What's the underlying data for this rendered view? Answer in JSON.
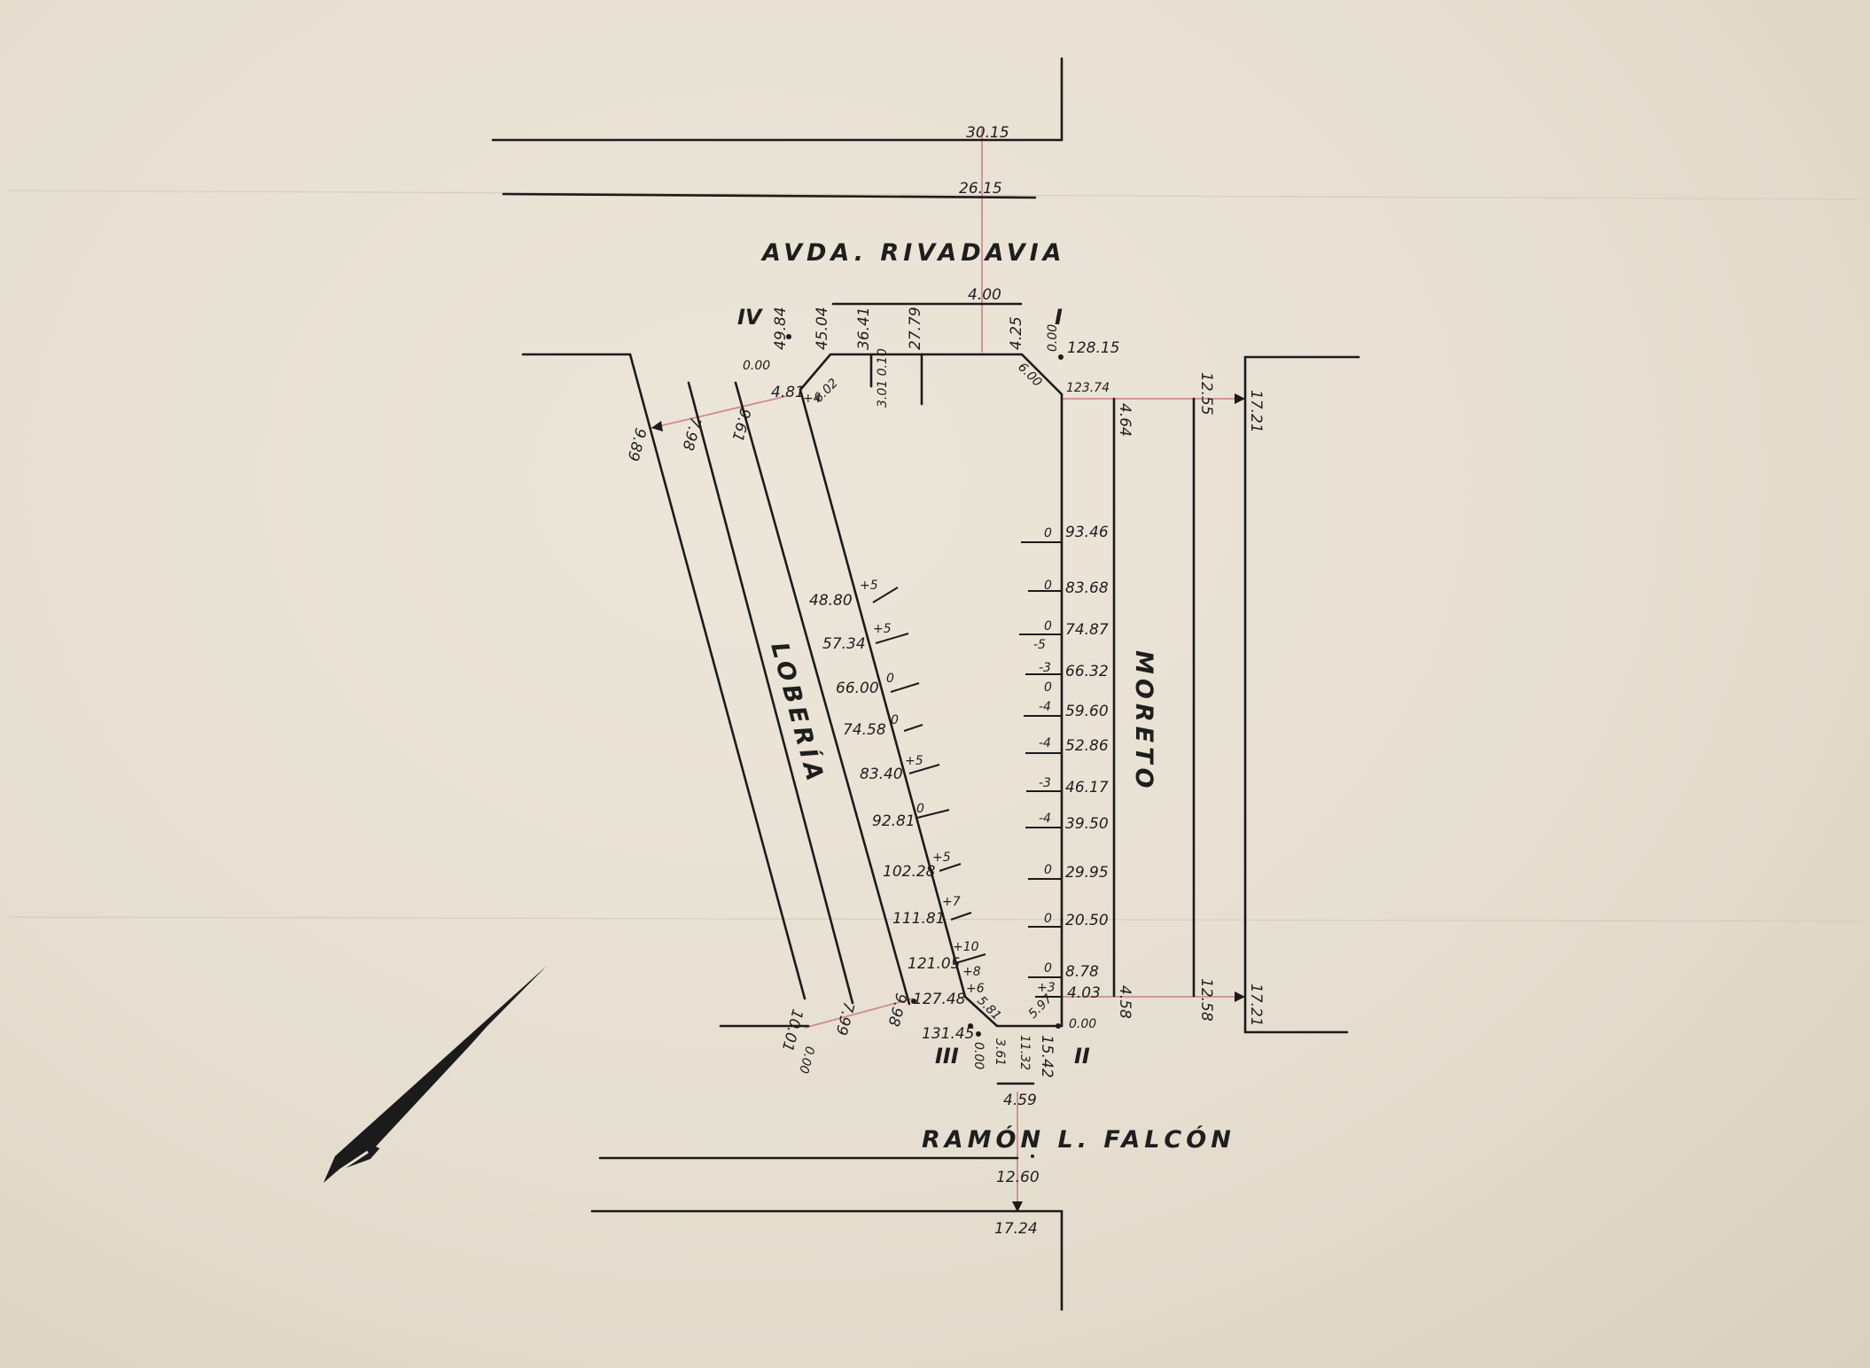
{
  "streets": {
    "north": "AVDA. RIVADAVIA",
    "south": "RAMÓN L. FALCÓN",
    "west": "LOBERÍA",
    "east": "MORETO"
  },
  "corners": {
    "I": "I",
    "II": "II",
    "III": "III",
    "IV": "IV"
  },
  "north_widths": {
    "outer": "30.15",
    "inner": "26.15",
    "sidewalk": "4.00"
  },
  "south_widths": {
    "sidewalk": "4.59",
    "inner": "12.60",
    "outer": "17.24"
  },
  "east_widths": {
    "sidewalk_top": "4.64",
    "road_top": "12.55",
    "outer_top": "17.21",
    "sidewalk_bottom": "4.58",
    "road_bottom": "12.58",
    "outer_bottom": "17.21"
  },
  "west_widths": {
    "w1_top": "4.81",
    "w2_top": "9.61",
    "w3_top": "7.98",
    "w4_top": "9.89",
    "w1_bottom": "0.00",
    "w2_bottom": "9.98",
    "w3_bottom": "7.99",
    "w4_bottom": "10.01"
  },
  "north_front": {
    "c1": "0.00",
    "c2": "4.25",
    "c3": "27.79",
    "c4": "36.41",
    "c5": "45.04",
    "c6": "49.84",
    "c7": "0.00",
    "c8": "128.15",
    "c9": "123.74",
    "chamfer": "6.00",
    "chamfer_w": "6.02",
    "chamfer_w_level": "+4",
    "inner_mark": "3.01 0.10"
  },
  "east_front": [
    {
      "value": "93.46",
      "level": "0"
    },
    {
      "value": "83.68",
      "level": "0"
    },
    {
      "value": "74.87",
      "level": "0"
    },
    {
      "value": "66.32",
      "level": "-3"
    },
    {
      "value": "59.60",
      "level": "-4"
    },
    {
      "value": "52.86",
      "level": "-4"
    },
    {
      "value": "46.17",
      "level": "-3"
    },
    {
      "value": "39.50",
      "level": "-4"
    },
    {
      "value": "29.95",
      "level": "0"
    },
    {
      "value": "20.50",
      "level": "0"
    },
    {
      "value": "8.78",
      "level": "0"
    },
    {
      "value": "4.03",
      "level": "+3"
    }
  ],
  "east_extra_levels": {
    "a": "-5",
    "b": "0"
  },
  "west_front": [
    {
      "value": "48.80",
      "level": "+5"
    },
    {
      "value": "57.34",
      "level": "+5"
    },
    {
      "value": "66.00",
      "level": "0"
    },
    {
      "value": "74.58",
      "level": "0"
    },
    {
      "value": "83.40",
      "level": "+5"
    },
    {
      "value": "92.81",
      "level": "0"
    },
    {
      "value": "102.28",
      "level": "+5"
    },
    {
      "value": "111.81",
      "level": "+7"
    },
    {
      "value": "121.05",
      "level": "+10"
    },
    {
      "value": "127.48",
      "level": "+8"
    }
  ],
  "south_front": {
    "c1": "131.45",
    "c2": "0.00",
    "c3": "3.61",
    "c4": "11.32",
    "c5": "15.42",
    "c6": "0.00",
    "chamfer_w": "5.81",
    "chamfer_e": "5.97",
    "level_w": "+6"
  }
}
